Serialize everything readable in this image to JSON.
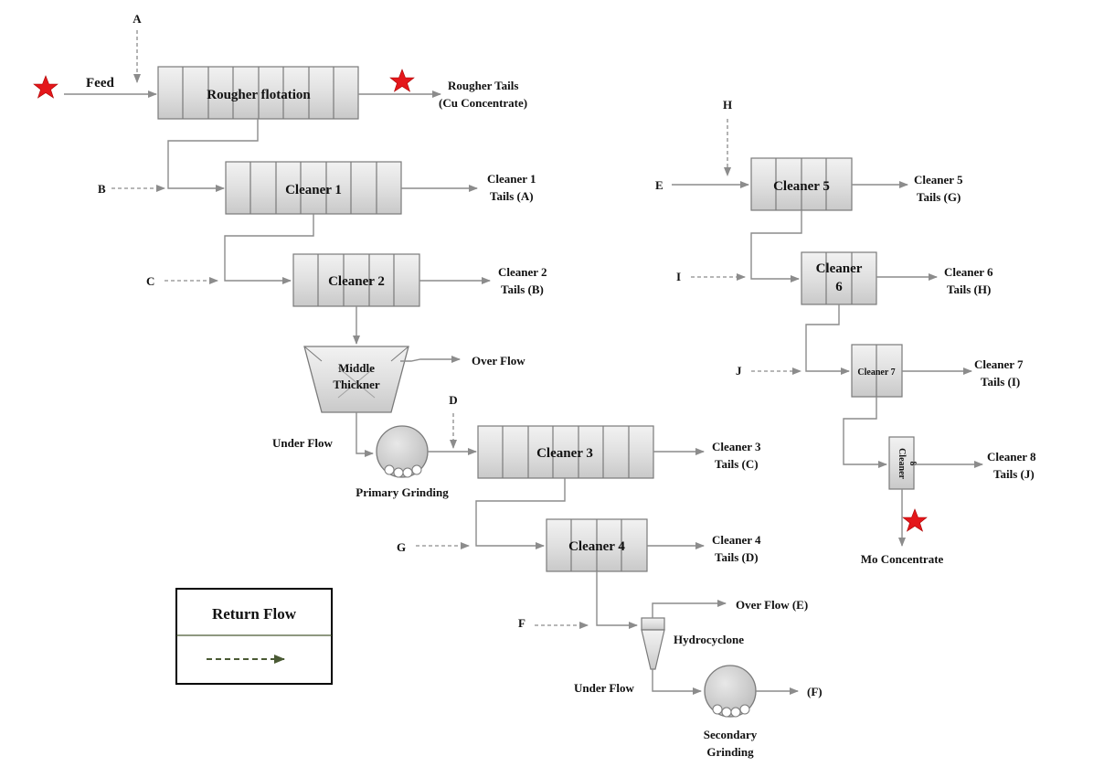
{
  "stream_letters": {
    "A": "A",
    "B": "B",
    "C": "C",
    "D": "D",
    "E": "E",
    "F": "F",
    "G": "G",
    "H": "H",
    "I": "I",
    "J": "J"
  },
  "feed": "Feed",
  "rougher": {
    "title": "Rougher flotation",
    "tails_line1": "Rougher Tails",
    "tails_line2": "(Cu Concentrate)"
  },
  "cleaner1": {
    "title": "Cleaner 1",
    "tails_line1": "Cleaner 1",
    "tails_line2": "Tails (A)"
  },
  "cleaner2": {
    "title": "Cleaner 2",
    "tails_line1": "Cleaner 2",
    "tails_line2": "Tails (B)"
  },
  "thickener": {
    "line1": "Middle",
    "line2": "Thickner",
    "overflow": "Over Flow",
    "underflow": "Under Flow"
  },
  "primary_grinding": "Primary Grinding",
  "cleaner3": {
    "title": "Cleaner 3",
    "tails_line1": "Cleaner 3",
    "tails_line2": "Tails (C)"
  },
  "cleaner4": {
    "title": "Cleaner 4",
    "tails_line1": "Cleaner 4",
    "tails_line2": "Tails (D)"
  },
  "hydrocyclone": {
    "label": "Hydrocyclone",
    "overflow": "Over Flow (E)",
    "underflow": "Under Flow"
  },
  "secondary_grinding": {
    "line1": "Secondary",
    "line2": "Grinding",
    "out": "(F)"
  },
  "cleaner5": {
    "title": "Cleaner 5",
    "tails_line1": "Cleaner 5",
    "tails_line2": "Tails (G)"
  },
  "cleaner6": {
    "title_line1": "Cleaner",
    "title_line2": "6",
    "tails_line1": "Cleaner 6",
    "tails_line2": "Tails (H)"
  },
  "cleaner7": {
    "title": "Cleaner 7",
    "tails_line1": "Cleaner 7",
    "tails_line2": "Tails (I)"
  },
  "cleaner8": {
    "title_line1": "Cleaner",
    "title_line2": "8",
    "tails_line1": "Cleaner 8",
    "tails_line2": "Tails (J)"
  },
  "mo_concentrate": "Mo Concentrate",
  "legend": {
    "title": "Return Flow"
  }
}
